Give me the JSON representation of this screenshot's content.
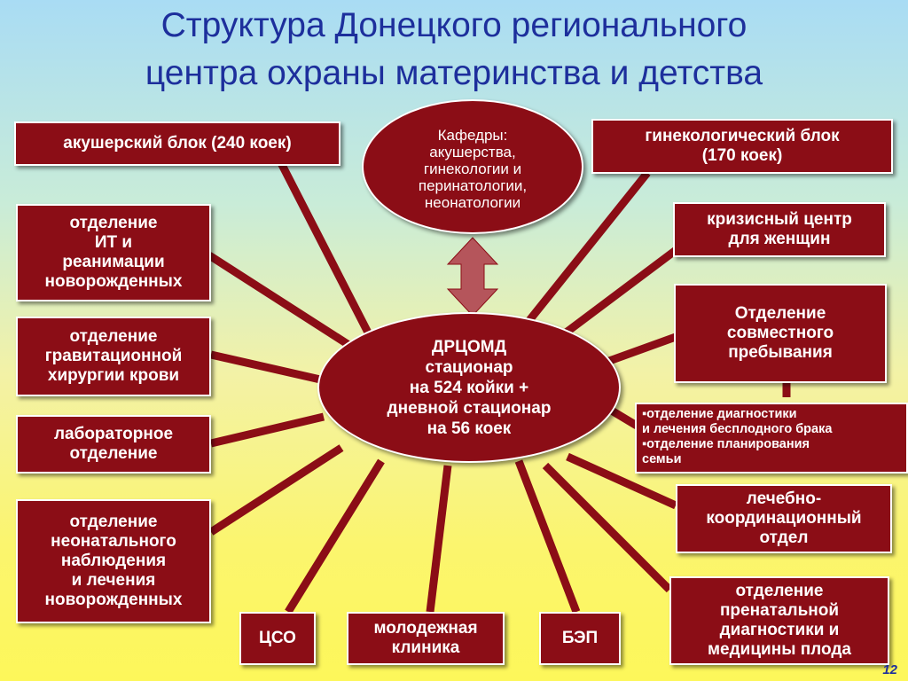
{
  "title": {
    "line1": "Структура Донецкого регионального",
    "line2": "центра охраны материнства и детства"
  },
  "center": {
    "text": "ДРЦОМД\nстационар\nна 524 койки +\nдневной стационар\nна 56 коек"
  },
  "departments_node": {
    "text": "Кафедры:\nакушерства,\nгинекологии и\nперинатологии,\nнеонатологии"
  },
  "left_boxes": [
    "акушерский блок (240 коек)",
    "отделение\nИТ и\nреанимации\nноворожденных",
    "отделение\nгравитационной\nхирургии крови",
    "лабораторное\nотделение",
    "отделение\nнеонатального\nнаблюдения\nи лечения\nноворожденных"
  ],
  "bottom_boxes": [
    "ЦСО",
    "молодежная\nклиника",
    "БЭП"
  ],
  "right_boxes": [
    "гинекологический блок\n(170 коек)",
    "кризисный центр\nдля женщин",
    "Отделение\nсовместного\nпребывания",
    "▪отделение диагностики\nи лечения бесплодного брака\n▪отделение планирования\nсемьи",
    "лечебно-\nкоординационный\nотдел",
    "отделение\nпренатальной\nдиагностики и\nмедицины плода"
  ],
  "page_number": "12",
  "colors": {
    "node_fill": "#8b0d16",
    "connector": "#8b0d16",
    "title": "#1d2f9c",
    "arrow": "#b5555b"
  }
}
